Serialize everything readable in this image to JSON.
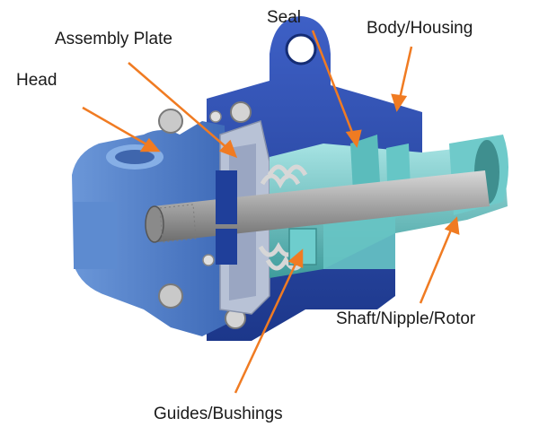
{
  "labels": {
    "head": "Head",
    "assembly_plate": "Assembly Plate",
    "seal": "Seal",
    "body_housing": "Body/Housing",
    "shaft": "Shaft/Nipple/Rotor",
    "guides": "Guides/Bushings"
  },
  "colors": {
    "arrow": "#f07b22",
    "housing_dark": "#1f3f9a",
    "housing_mid": "#3d5fc4",
    "head_blue": "#4f7fc8",
    "head_light": "#7fa8e0",
    "teal": "#4fb3b3",
    "teal_light": "#8fd6d6",
    "shaft_grey": "#9a9a9a",
    "plate_grey": "#b8c2d6"
  }
}
